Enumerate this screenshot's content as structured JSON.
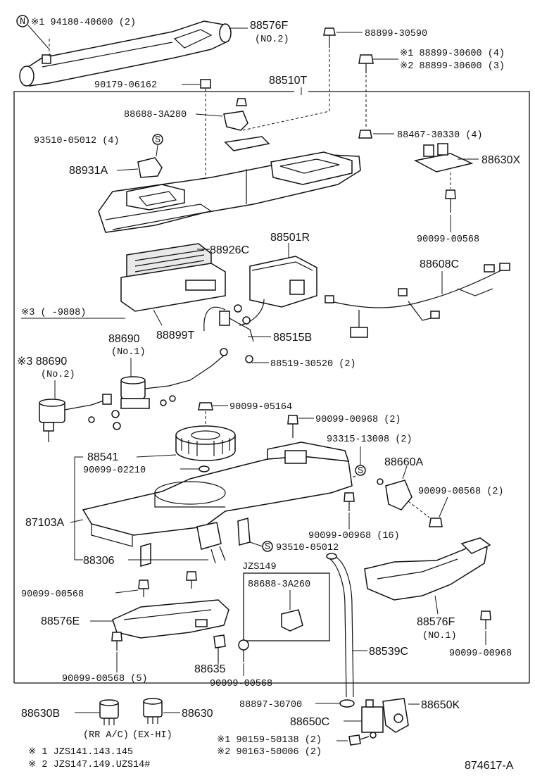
{
  "labels": {
    "n_ref": "※1  94180-40600 (2)",
    "n_badge": "N",
    "p88576F_no2": "88576F",
    "p88576F_no2_sub": "(NO.2)",
    "p88899_30590": "88899-30590",
    "p88899_30600_1": "※1  88899-30600 (4)",
    "p88899_30600_2": "※2  88899-30600 (3)",
    "p90179": "90179-06162",
    "p88510T": "88510T",
    "p88688_3A280": "88688-3A280",
    "p93510_4": "93510-05012 (4)",
    "s_badge": "S",
    "p88467": "88467-30330 (4)",
    "p88630X": "88630X",
    "p88931A": "88931A",
    "p90099_00568_a": "90099-00568",
    "p88926C": "88926C",
    "p88501R": "88501R",
    "p88608C": "88608C",
    "note3": "※3 (      -9808)",
    "p88899T": "88899T",
    "p88515B": "88515B",
    "p88690": "88690",
    "p88690_no1": "(No.1)",
    "p88690_3": "※3 88690",
    "p88690_no2": "(No.2)",
    "p88519": "88519-30520 (2)",
    "p90099_05164": "90099-05164",
    "p90099_00968_2": "90099-00968 (2)",
    "p93315": "93315-13008 (2)",
    "p88541": "88541",
    "p90099_02210": "90099-02210",
    "p88660A": "88660A",
    "p90099_00568_2": "90099-00568 (2)",
    "p87103A": "87103A",
    "p90099_00968_16": "90099-00968 (16)",
    "p88306": "88306",
    "p93510": "93510-05012",
    "jzs149": "JZS149",
    "p88688_3A260": "88688-3A260",
    "p90099_00568_b": "90099-00568",
    "p88576E": "88576E",
    "p88576F_no1": "88576F",
    "p88576F_no1_sub": "(NO.1)",
    "p90099_00968": "90099-00968",
    "p88635": "88635",
    "p88539C": "88539C",
    "p90099_00568_5": "90099-00568 (5)",
    "p90099_00568_c": "90099-00568",
    "p88630B": "88630B",
    "p88630": "88630",
    "p88897": "88897-30700",
    "p88650K": "88650K",
    "p88650C": "88650C",
    "rr_ac": "(RR A/C)",
    "ex_hi": "(EX-HI)",
    "p90159": "※1  90159-50138 (2)",
    "p90163": "※2  90163-50006 (2)",
    "foot1": "※ 1  JZS141.143.145",
    "foot2": "※ 2  JZS147.149.UZS14#",
    "diagram_id": "874617-A"
  }
}
